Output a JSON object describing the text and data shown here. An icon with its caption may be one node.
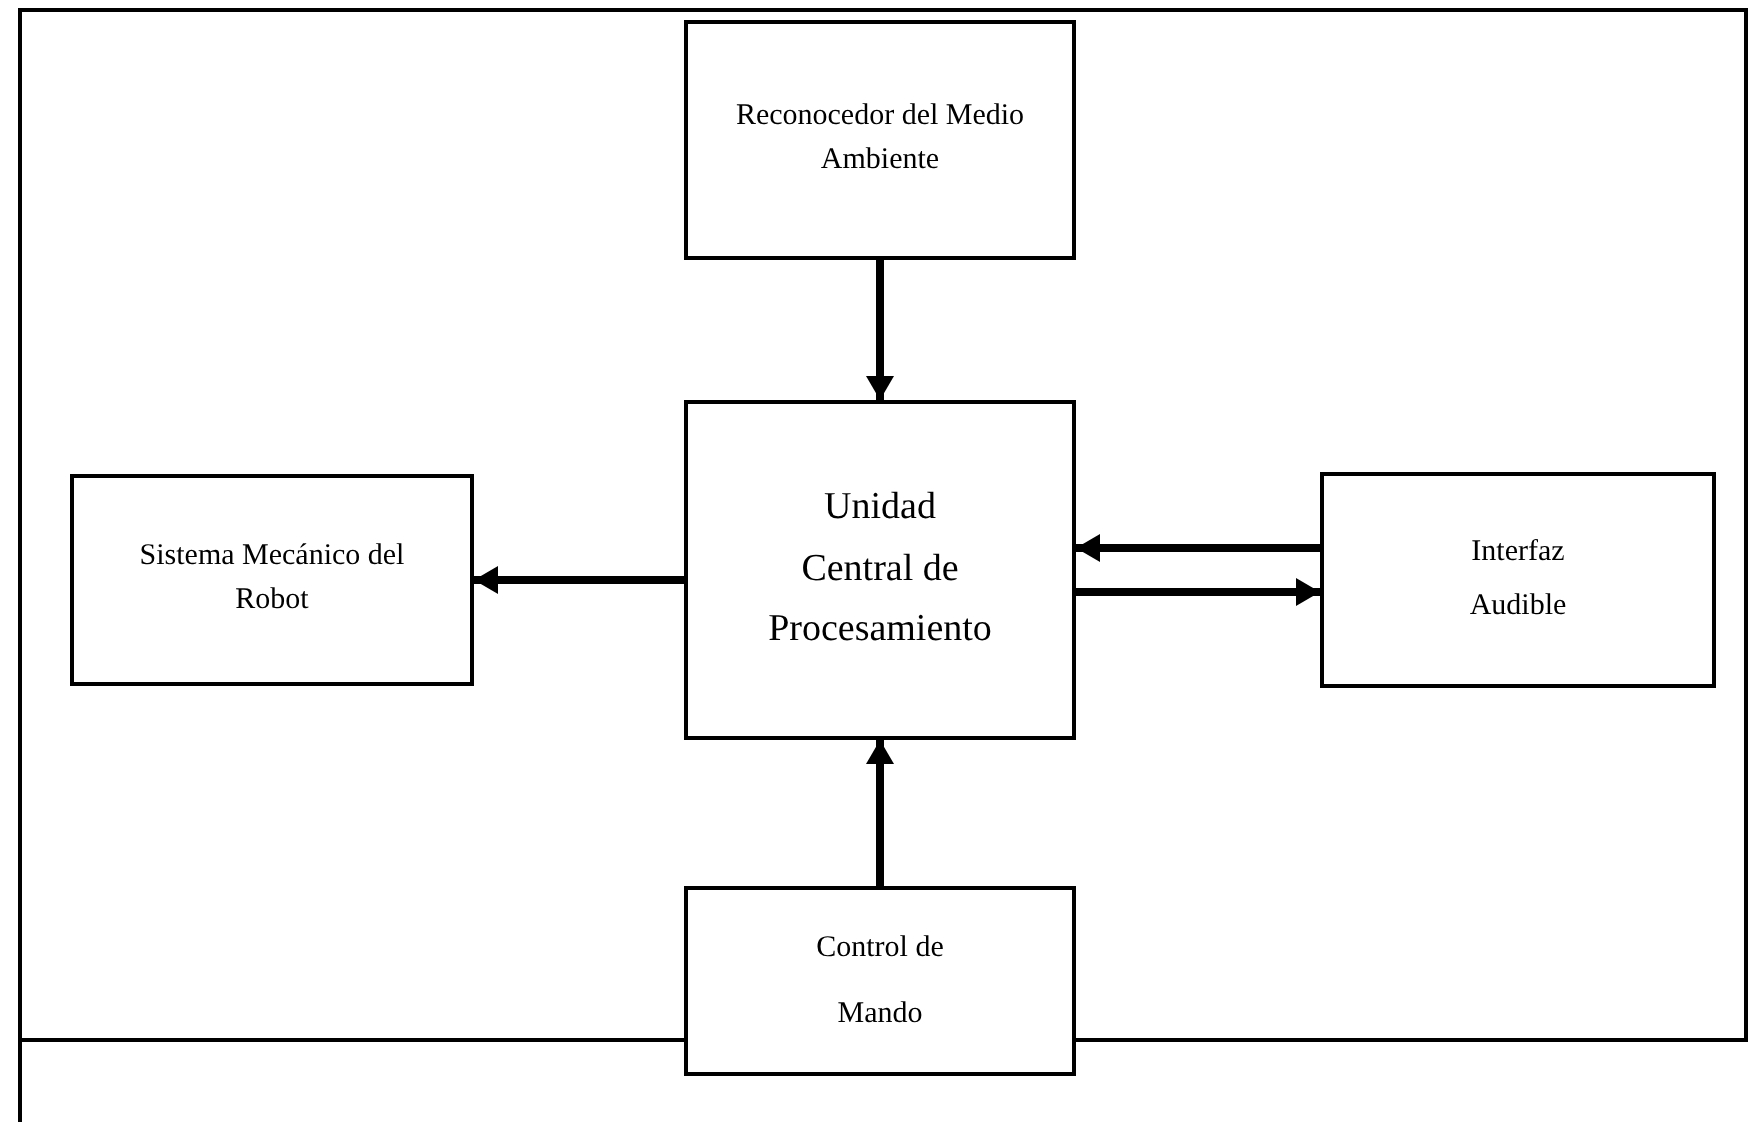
{
  "diagram": {
    "nodes": [
      {
        "text": [
          "Reconocedor del Medio Ambiente"
        ]
      },
      {
        "text": [
          "Unidad Central de Procesamiento"
        ]
      },
      {
        "text": [
          "Sistema Mecánico del Robot"
        ]
      },
      {
        "text": [
          "Interfaz Audible"
        ]
      },
      {
        "text": [
          "Control de Mando"
        ]
      }
    ],
    "edges": [
      {
        "from": 0,
        "to": 1,
        "arrow": "to"
      },
      {
        "from": 1,
        "to": 2,
        "arrow": "to"
      },
      {
        "from": 3,
        "to": 1,
        "arrow": "to"
      },
      {
        "from": 1,
        "to": 3,
        "arrow": "to"
      },
      {
        "from": 4,
        "to": 1,
        "arrow": "to"
      }
    ]
  }
}
